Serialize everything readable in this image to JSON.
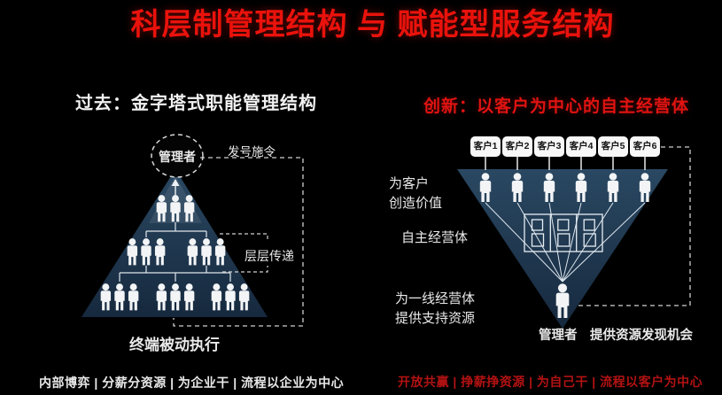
{
  "title": "科层制管理结构 与 赋能型服务结构",
  "colors": {
    "accent_red": "#ea120c",
    "footer_red": "#b31212",
    "pyramid_navy": "#1f3b55",
    "person_white": "#f2f4f6",
    "customer_box_bg": "#f7f7f7",
    "background": "#000000"
  },
  "left": {
    "header": "过去：金字塔式职能管理结构",
    "manager_label": "管理者",
    "order_label": "发号施令",
    "relay_label": "层层传递",
    "terminal_label": "终端被动执行",
    "footer": "内部博弈 | 分薪分资源 | 为企业干 | 流程以企业为中心"
  },
  "right": {
    "header": "创新：以客户为中心的自主经营体",
    "customers": [
      "客户1",
      "客户2",
      "客户3",
      "客户4",
      "客户5",
      "客户6"
    ],
    "value_line1": "为客户",
    "value_line2": "创造价值",
    "unit_label": "自主经营体",
    "support_line1": "为一线经营体",
    "support_line2": "提供支持资源",
    "manager_label": "管理者",
    "provide_label": "提供资源发现机会",
    "footer": "开放共赢 | 挣薪挣资源 | 为自己干 | 流程以客户为中心"
  }
}
